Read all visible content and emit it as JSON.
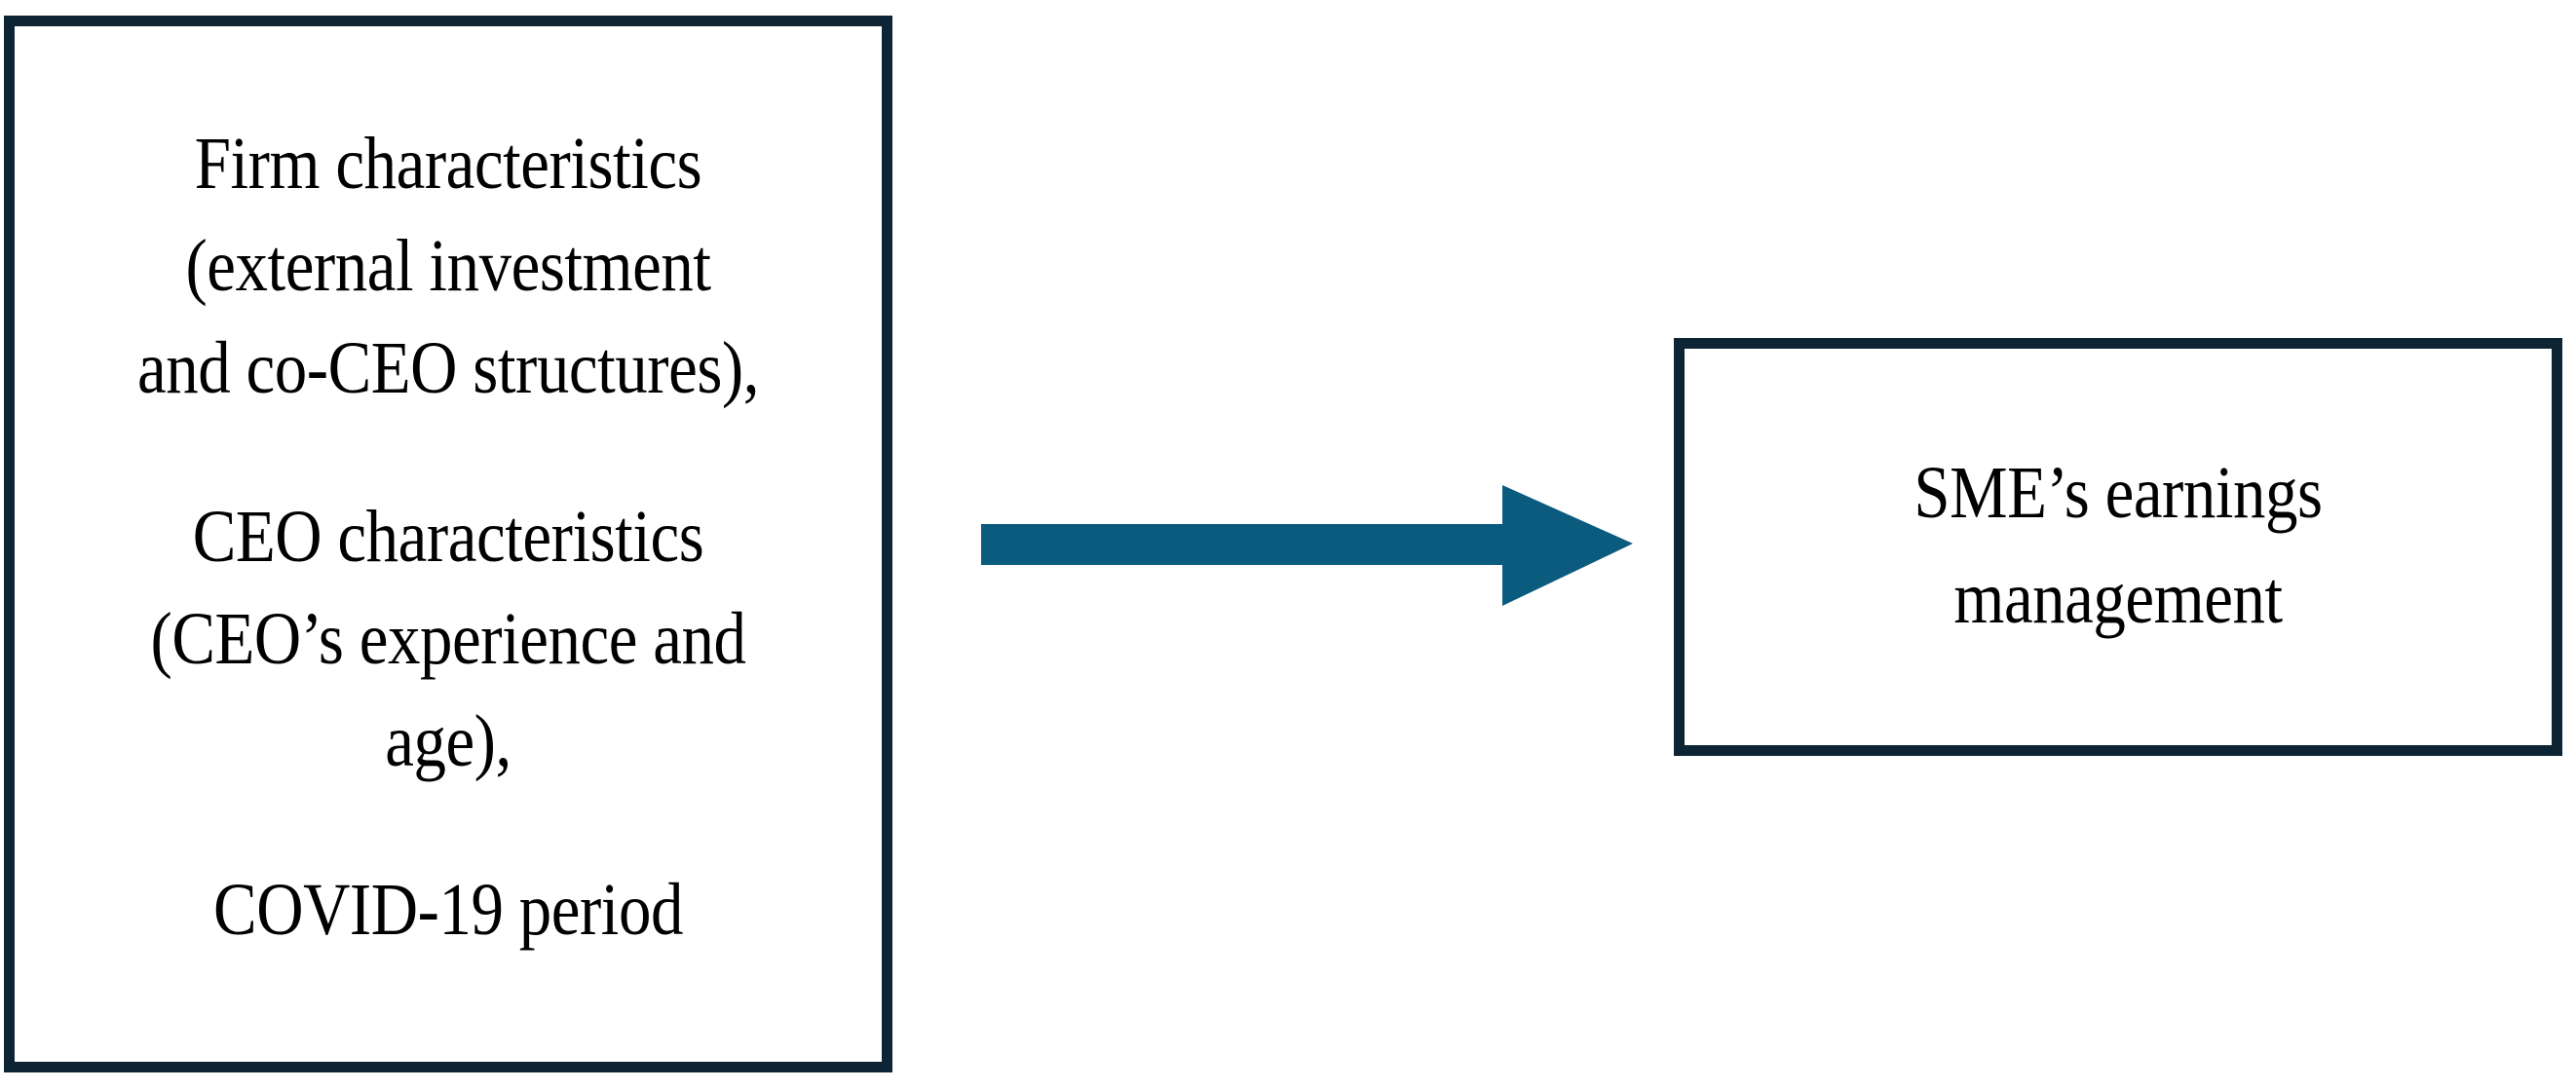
{
  "diagram": {
    "type": "conceptual-framework",
    "background_color": "#ffffff",
    "box_border_color": "#0c2434",
    "arrow_color": "#0b5b7e",
    "text_color": "#000000",
    "antecedents_box": {
      "name": "antecedents",
      "lines": [
        "Firm characteristics",
        "(external investment",
        "and co-CEO structures),",
        "",
        "CEO characteristics",
        "(CEO’s experience and",
        "age),",
        "",
        "COVID-19 period"
      ]
    },
    "outcome_box": {
      "name": "outcome",
      "lines": [
        "SME’s earnings",
        "management"
      ]
    },
    "connector": {
      "name": "influence-arrow",
      "direction": "left-to-right",
      "from": "antecedents",
      "to": "outcome",
      "label": ""
    }
  }
}
